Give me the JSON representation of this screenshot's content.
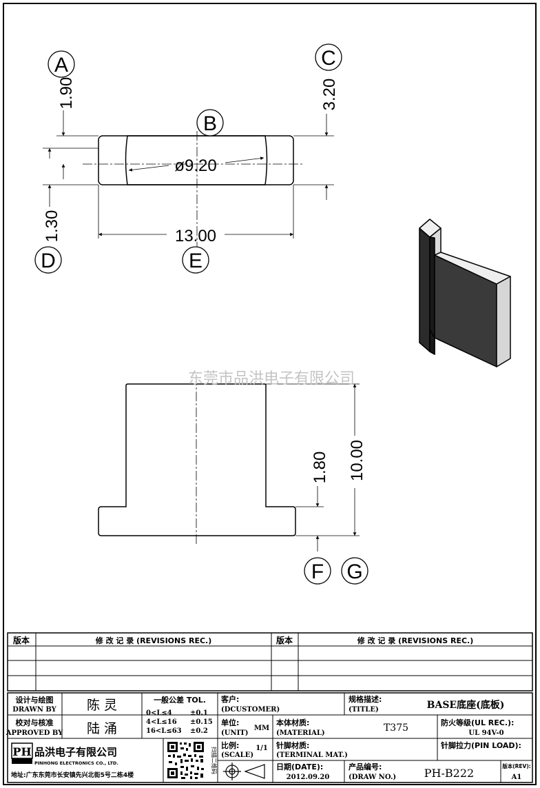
{
  "drawing": {
    "dims": {
      "d_1_90": "1.90",
      "d_3_20": "3.20",
      "d_9_20": "ø9.20",
      "d_13_00": "13.00",
      "d_1_30": "1.30",
      "d_1_80": "1.80",
      "d_10_00": "10.00"
    },
    "balloons": {
      "a": "A",
      "b": "B",
      "c": "C",
      "d": "D",
      "e": "E",
      "f": "F",
      "g": "G"
    },
    "watermark": "东莞市品洪电子有限公司"
  },
  "revisions": {
    "col_version_left": "版本",
    "col_rec_left": "修 改 记 录 (REVISIONS REC.)",
    "col_version_right": "版本",
    "col_rec_right": "修 改 记 录 (REVISIONS REC.)"
  },
  "title_block": {
    "drawn_by_label_cn": "设计与绘图",
    "drawn_by_label_en": "DRAWN BY",
    "drawn_by_value": "陈 灵",
    "approved_label_cn": "校对与核准",
    "approved_label_en": "APPROVED BY",
    "approved_value": "陆 涌",
    "tol_title": "一般公差 TOL.",
    "tol_rows": [
      {
        "range": "0<L≤4",
        "value": "±0.1"
      },
      {
        "range": "4<L≤16",
        "value": "±0.15"
      },
      {
        "range": "16<L≤63",
        "value": "±0.2"
      }
    ],
    "customer_label_cn": "客户:",
    "customer_label_en": "(DCUSTOMER)",
    "title_label_cn": "规格描述:",
    "title_label_en": "(TITLE)",
    "title_value": "BASE底座(底板)",
    "unit_label_cn": "单位:",
    "unit_label_en": "(UNIT)",
    "unit_value": "MM",
    "material_label_cn": "本体材质:",
    "material_label_en": "(MATERIAL)",
    "material_value": "T375",
    "ul_label": "防火等级(UL REC.):",
    "ul_value": "UL 94V-0",
    "scale_label_cn": "比例:",
    "scale_label_en": "(SCALE)",
    "scale_value": "1/1",
    "terminal_label_cn": "针脚材质:",
    "terminal_label_en": "(TERMINAL MAT.)",
    "pin_load_label": "针脚拉力(PIN LOAD):",
    "date_label": "日期(DATE):",
    "date_value": "2012.09.20",
    "drawno_label_cn": "产品编号:",
    "drawno_label_en": "(DRAW NO.)",
    "drawno_value": "PH-B222",
    "rev_label": "版本(REV):",
    "rev_value": "A1",
    "company_logo": "PH",
    "company_name_cn": "品洪电子有限公司",
    "company_name_en": "PINHONG ELECTRONICS CO., LTD.",
    "qr_caption": "扫描二维码",
    "address": "地址:广东东莞市长安镇先兴北街5号二栋4楼"
  }
}
